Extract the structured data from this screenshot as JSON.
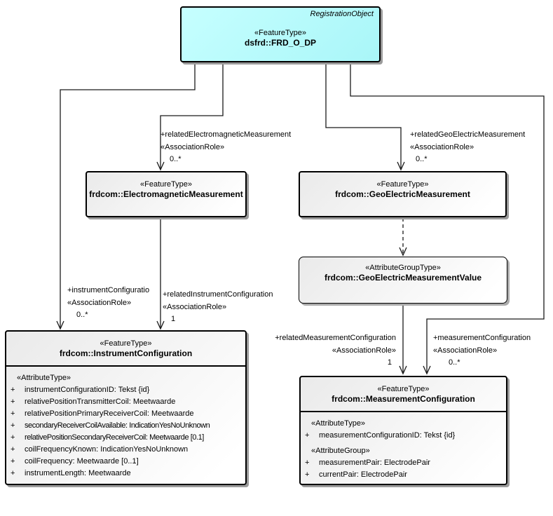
{
  "colors": {
    "registration_fill": "#B3FBFC",
    "class_fill": "#EAEAEA",
    "border": "#000000",
    "shadow": "#9B9B9B",
    "line": "#1A1A1A"
  },
  "classes": {
    "frd": {
      "tag": "RegistrationObject",
      "stereotype": "«FeatureType»",
      "name": "dsfrd::FRD_O_DP"
    },
    "em": {
      "stereotype": "«FeatureType»",
      "name": "frdcom::ElectromagneticMeasurement"
    },
    "ge": {
      "stereotype": "«FeatureType»",
      "name": "frdcom::GeoElectricMeasurement"
    },
    "gev": {
      "stereotype": "«AttributeGroupType»",
      "name": "frdcom::GeoElectricMeasurementValue"
    },
    "ic": {
      "stereotype": "«FeatureType»",
      "name": "frdcom::InstrumentConfiguration",
      "rows": [
        {
          "vis": "",
          "text": "«AttributeType»"
        },
        {
          "vis": "+",
          "text": "instrumentConfigurationID: Tekst {id}"
        },
        {
          "vis": "+",
          "text": "relativePositionTransmitterCoil: Meetwaarde"
        },
        {
          "vis": "+",
          "text": "relativePositionPrimaryReceiverCoil: Meetwaarde"
        },
        {
          "vis": "+",
          "text": "secondaryReceiverCoilAvailable: IndicationYesNoUnknown"
        },
        {
          "vis": "+",
          "text": "relativePositionSecondaryReceiverCoil: Meetwaarde [0.1]"
        },
        {
          "vis": "+",
          "text": "coilFrequencyKnown: IndicationYesNoUnknown"
        },
        {
          "vis": "+",
          "text": "coilFrequency: Meetwaarde [0..1]"
        },
        {
          "vis": "+",
          "text": "instrumentLength: Meetwaarde"
        }
      ]
    },
    "mc": {
      "stereotype": "«FeatureType»",
      "name": "frdcom::MeasurementConfiguration",
      "rows": [
        {
          "vis": "",
          "text": "«AttributeType»"
        },
        {
          "vis": "+",
          "text": "measurementConfigurationID: Tekst {id}"
        },
        {
          "vis": "",
          "text": "«AttributeGroup»"
        },
        {
          "vis": "+",
          "text": "measurementPair: ElectrodePair"
        },
        {
          "vis": "+",
          "text": "currentPair: ElectrodePair"
        }
      ]
    }
  },
  "connector_labels": {
    "em_role": {
      "name": "+relatedElectromagneticMeasurement",
      "stereo": "«AssociationRole»",
      "mult": "0..*"
    },
    "ge_role": {
      "name": "+relatedGeoElectricMeasurement",
      "stereo": "«AssociationRole»",
      "mult": "0..*"
    },
    "ic_role": {
      "name": "+instrumentConfiguratio",
      "stereo": "«AssociationRole»",
      "mult": "0..*"
    },
    "ric_role": {
      "name": "+relatedInstrumentConfiguration",
      "stereo": "«AssociationRole»",
      "mult": "1"
    },
    "rmc_role": {
      "name": "+relatedMeasurementConfiguration",
      "stereo": "«AssociationRole»",
      "mult": "1"
    },
    "mc_role": {
      "name": "+measurementConfiguration",
      "stereo": "«AssociationRole»",
      "mult": "0..*"
    }
  }
}
